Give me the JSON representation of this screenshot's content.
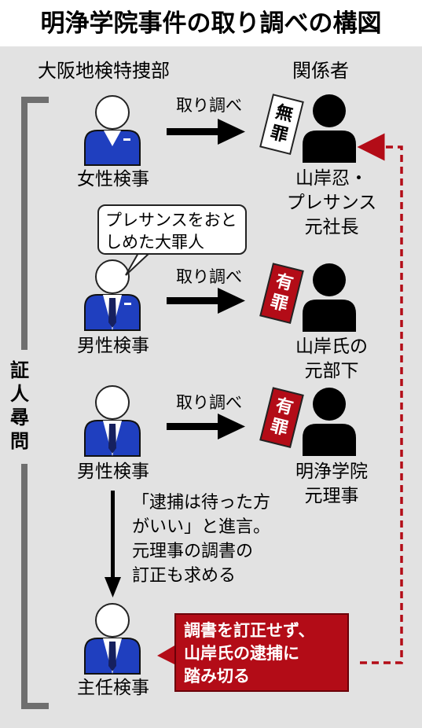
{
  "title": "明浄学院事件の取り調べの構図",
  "columns": {
    "left": "大阪地検特捜部",
    "right": "関係者"
  },
  "side_label": "証人尋問",
  "prosecutors": [
    {
      "label": "女性検事"
    },
    {
      "label": "男性検事"
    },
    {
      "label": "男性検事"
    },
    {
      "label": "主任検事"
    }
  ],
  "interrogation_label": "取り調べ",
  "persons": [
    {
      "lines": [
        "山岸忍・",
        "プレサンス",
        "元社長"
      ],
      "tag": "無罪"
    },
    {
      "lines": [
        "山岸氏の",
        "元部下"
      ],
      "tag": "有罪"
    },
    {
      "lines": [
        "明浄学院",
        "元理事"
      ],
      "tag": "有罪"
    }
  ],
  "speech_bubble": [
    "プレサンスをおと",
    "しめた大罪人"
  ],
  "advice_note": [
    "「逮捕は待った方",
    "がいい」と進言。",
    "元理事の調書の",
    "訂正も求める"
  ],
  "decision_box": [
    "調書を訂正せず、",
    "山岸氏の逮捕に",
    "踏み切る"
  ],
  "colors": {
    "suit": "#1f3fbf",
    "red": "#b30c17",
    "black": "#000000",
    "panel": "#e2e2e2"
  }
}
